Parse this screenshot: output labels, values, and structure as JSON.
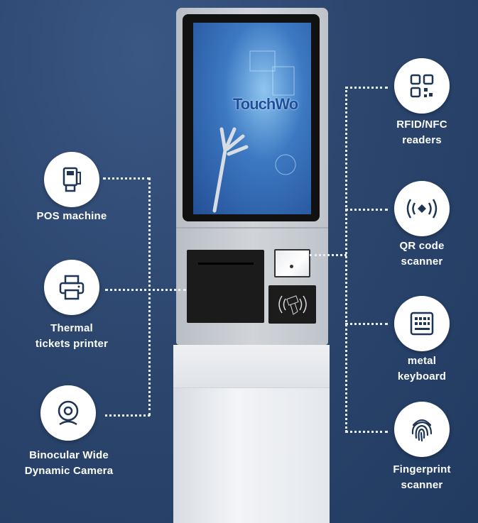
{
  "screen": {
    "brand": "TouchWo"
  },
  "features_left": [
    {
      "icon": "pos-machine-icon",
      "lines": [
        "POS machine"
      ]
    },
    {
      "icon": "printer-icon",
      "lines": [
        "Thermal",
        "tickets printer"
      ]
    },
    {
      "icon": "camera-icon",
      "lines": [
        "Binocular Wide",
        "Dynamic Camera"
      ]
    }
  ],
  "features_right": [
    {
      "icon": "qr-code-icon",
      "lines": [
        "RFID/NFC",
        "readers"
      ]
    },
    {
      "icon": "nfc-signal-icon",
      "lines": [
        "QR code",
        "scanner"
      ]
    },
    {
      "icon": "keyboard-icon",
      "lines": [
        "metal",
        "keyboard"
      ]
    },
    {
      "icon": "fingerprint-icon",
      "lines": [
        "Fingerprint",
        "scanner"
      ]
    }
  ],
  "colors": {
    "background": "#2c466e",
    "icon": "#1f3556",
    "kiosk_body": "#c9cdd2"
  }
}
